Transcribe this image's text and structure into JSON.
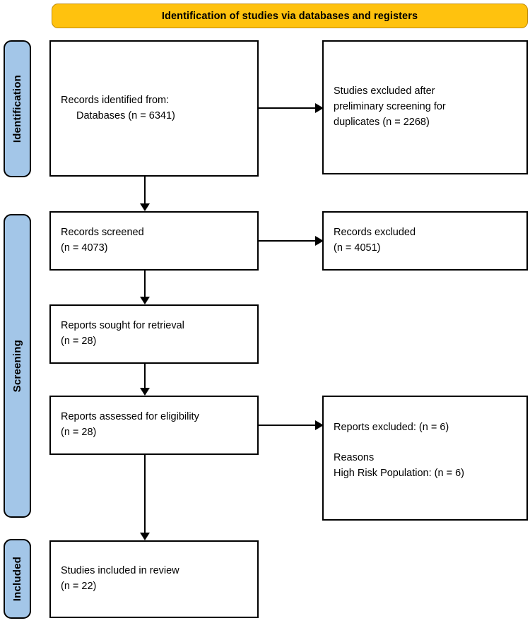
{
  "diagram": {
    "title": "Identification of studies via databases and registers",
    "colors": {
      "banner_fill": "#FFC20E",
      "banner_border": "#C28C0A",
      "stage_fill": "#A3C6E8",
      "box_border": "#000000",
      "box_fill": "#FFFFFF",
      "text": "#000000"
    }
  },
  "stages": {
    "identification": "Identification",
    "screening": "Screening",
    "included": "Included"
  },
  "boxes": {
    "records_identified": {
      "line1": "Records identified from:",
      "line2": "Databases (n = 6341)"
    },
    "studies_excluded_duplicates": {
      "line1": "Studies excluded after",
      "line2": "preliminary screening for",
      "line3": "duplicates (n = 2268)"
    },
    "records_screened": {
      "line1": "Records screened",
      "line2": "(n = 4073)"
    },
    "records_excluded": {
      "line1": "Records excluded",
      "line2": "(n = 4051)"
    },
    "reports_sought": {
      "line1": "Reports sought for retrieval",
      "line2": "(n = 28)"
    },
    "reports_assessed": {
      "line1": "Reports assessed for eligibility",
      "line2": "(n = 28)"
    },
    "reports_excluded": {
      "line1": "Reports excluded: (n = 6)",
      "line2": "Reasons",
      "line3": "High Risk Population: (n = 6)"
    },
    "studies_included": {
      "line1": "Studies included in review",
      "line2": "(n = 22)"
    }
  }
}
